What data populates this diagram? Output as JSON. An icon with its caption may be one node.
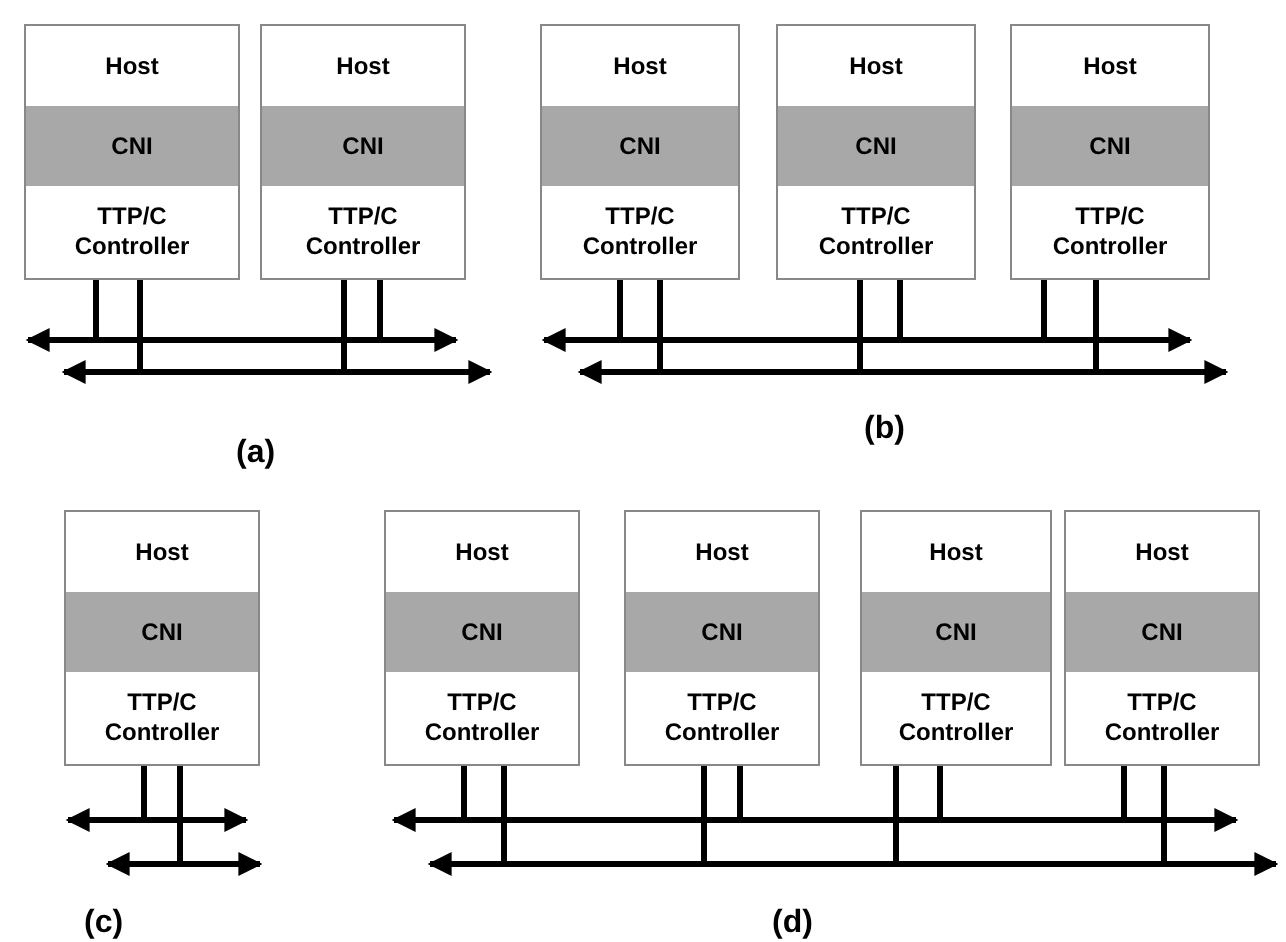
{
  "diagram": {
    "nodes": [
      {
        "text": [
          "Host",
          "CNI",
          "TTP/C Controller"
        ]
      },
      {
        "text": [
          "Host",
          "CNI",
          "TTP/C Controller"
        ]
      },
      {
        "text": [],
        "shape": "bar"
      },
      {
        "text": [],
        "shape": "bar"
      },
      {
        "text": [
          "Host",
          "CNI",
          "TTP/C Controller"
        ]
      },
      {
        "text": [
          "Host",
          "CNI",
          "TTP/C Controller"
        ]
      },
      {
        "text": [
          "Host",
          "CNI",
          "TTP/C Controller"
        ]
      },
      {
        "text": [],
        "shape": "bar"
      },
      {
        "text": [],
        "shape": "bar"
      },
      {
        "text": [
          "Host",
          "CNI",
          "TTP/C Controller"
        ]
      },
      {
        "text": [],
        "shape": "bar"
      },
      {
        "text": [],
        "shape": "bar"
      },
      {
        "text": [
          "Host",
          "CNI",
          "TTP/C Controller"
        ]
      },
      {
        "text": [
          "Host",
          "CNI",
          "TTP/C Controller"
        ]
      },
      {
        "text": [
          "Host",
          "CNI",
          "TTP/C Controller"
        ]
      },
      {
        "text": [
          "Host",
          "CNI",
          "TTP/C Controller"
        ]
      },
      {
        "text": [],
        "shape": "bar"
      },
      {
        "text": [],
        "shape": "bar"
      }
    ],
    "edges": [
      {
        "from": 0,
        "to": 2,
        "arrow": "none"
      },
      {
        "from": 0,
        "to": 3,
        "arrow": "none"
      },
      {
        "from": 1,
        "to": 2,
        "arrow": "none"
      },
      {
        "from": 1,
        "to": 3,
        "arrow": "none"
      },
      {
        "from": 4,
        "to": 7,
        "arrow": "none"
      },
      {
        "from": 4,
        "to": 8,
        "arrow": "none"
      },
      {
        "from": 5,
        "to": 7,
        "arrow": "none"
      },
      {
        "from": 5,
        "to": 8,
        "arrow": "none"
      },
      {
        "from": 6,
        "to": 7,
        "arrow": "none"
      },
      {
        "from": 6,
        "to": 8,
        "arrow": "none"
      },
      {
        "from": 9,
        "to": 10,
        "arrow": "none"
      },
      {
        "from": 9,
        "to": 11,
        "arrow": "none"
      },
      {
        "from": 12,
        "to": 16,
        "arrow": "none"
      },
      {
        "from": 12,
        "to": 17,
        "arrow": "none"
      },
      {
        "from": 13,
        "to": 16,
        "arrow": "none"
      },
      {
        "from": 13,
        "to": 17,
        "arrow": "none"
      },
      {
        "from": 14,
        "to": 16,
        "arrow": "none"
      },
      {
        "from": 14,
        "to": 17,
        "arrow": "none"
      },
      {
        "from": 15,
        "to": 16,
        "arrow": "none"
      },
      {
        "from": 15,
        "to": 17,
        "arrow": "none"
      }
    ],
    "labels": [
      "(a)",
      "(b)",
      "(c)",
      "(d)"
    ]
  }
}
